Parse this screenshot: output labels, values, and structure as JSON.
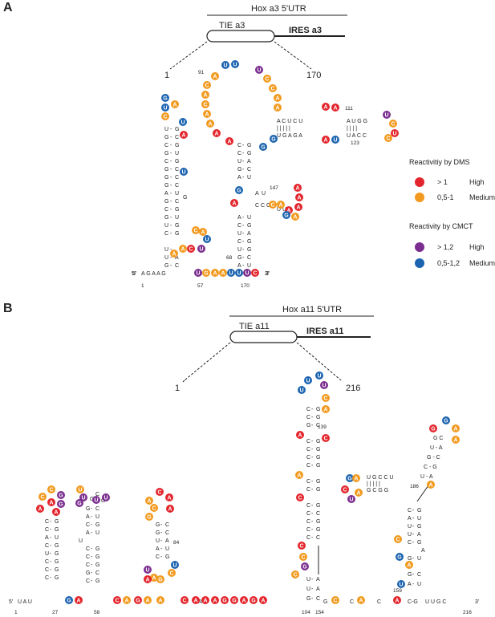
{
  "panels": [
    {
      "label": "A",
      "title": "Hox a3 5'UTR",
      "element": "TIE a3",
      "ires": "IRES a3",
      "range_start": "1",
      "range_end": "170",
      "numbers": [
        "91",
        "111",
        "123",
        "147",
        "68",
        "1",
        "57",
        "170"
      ],
      "prime5": "5'",
      "prime3": "3'"
    },
    {
      "label": "B",
      "title": "Hox a11 5'UTR",
      "element": "TIE a11",
      "ires": "IRES a11",
      "range_start": "1",
      "range_end": "216",
      "numbers": [
        "139",
        "186",
        "84",
        "159",
        "1",
        "27",
        "58",
        "104",
        "154",
        "216"
      ],
      "prime5": "5'",
      "prime3": "3'"
    }
  ],
  "legend": {
    "dms_title": "Reactivitiy by DMS",
    "cmct_title": "Reactivity by CMCT",
    "dms_high": "> 1",
    "dms_high_label": "High",
    "dms_med": "0,5-1",
    "dms_med_label": "Medium",
    "cmct_high": "> 1,2",
    "cmct_high_label": "High",
    "cmct_med": "0,5-1,2",
    "cmct_med_label": "Medium"
  },
  "colors": {
    "dms_high": "#e3262d",
    "dms_med": "#f29a1f",
    "cmct_high": "#7b2e8f",
    "cmct_med": "#1c64b0"
  }
}
